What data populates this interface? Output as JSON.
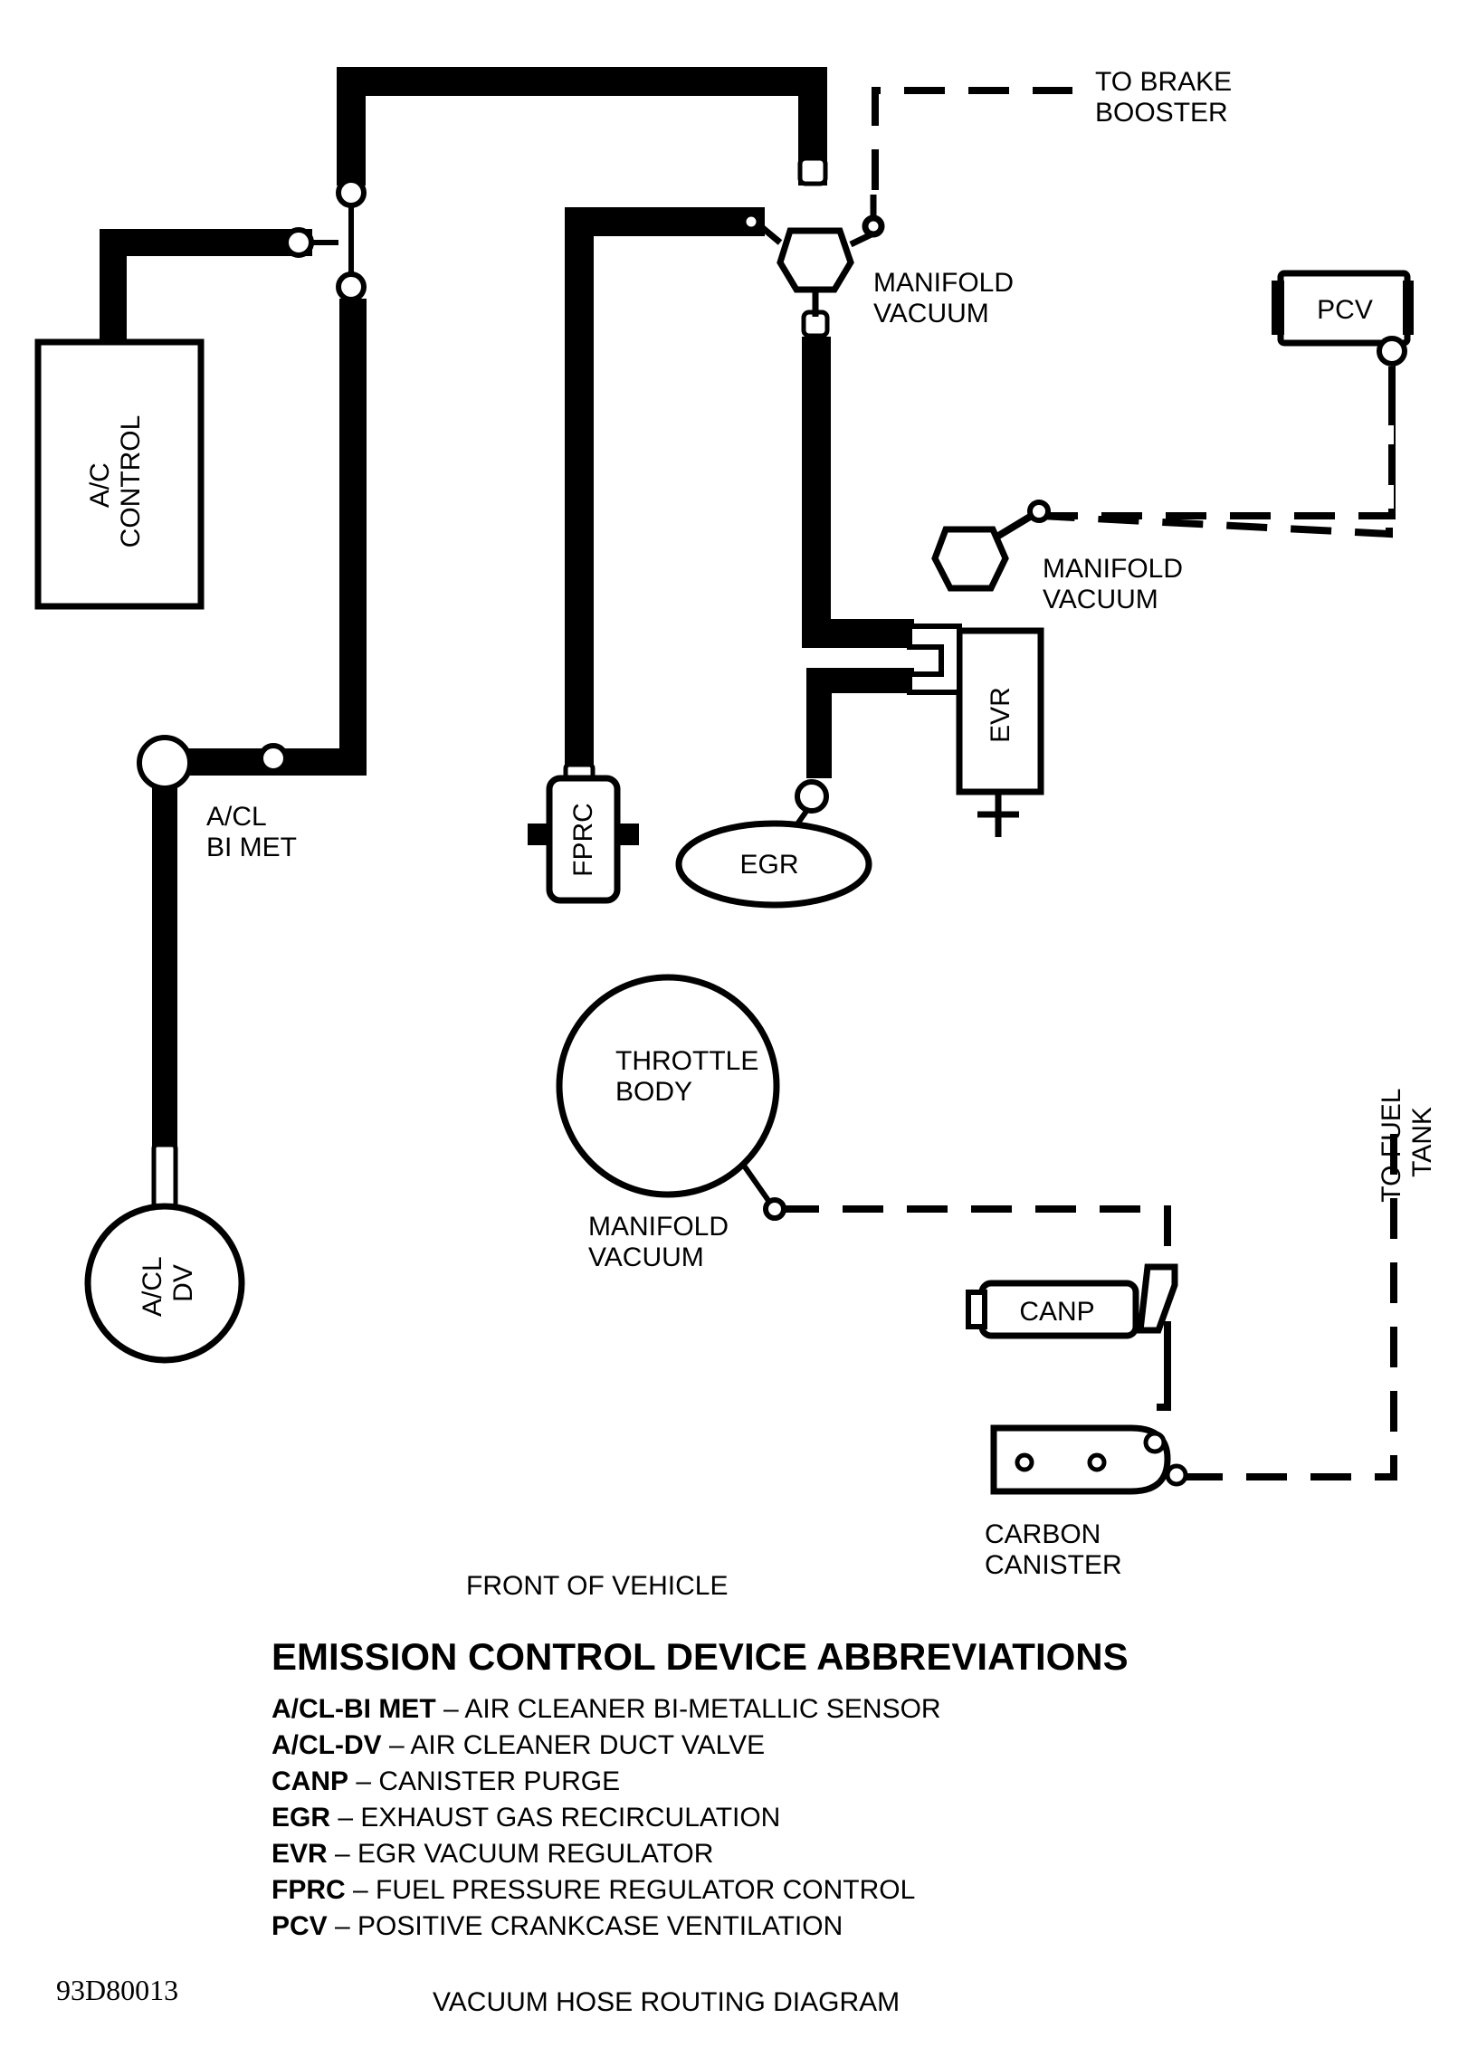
{
  "labels": {
    "to_brake_booster": [
      "TO BRAKE",
      "BOOSTER"
    ],
    "manifold_vacuum_top": [
      "MANIFOLD",
      "VACUUM"
    ],
    "pcv": "PCV",
    "manifold_vacuum_mid": [
      "MANIFOLD",
      "VACUUM"
    ],
    "ac_control": [
      "A/C",
      "CONTROL"
    ],
    "acl_bimet": [
      "A/CL",
      "BI MET"
    ],
    "fprc": "FPRC",
    "egr": "EGR",
    "evr": "EVR",
    "throttle_body": [
      "THROTTLE",
      "BODY"
    ],
    "manifold_vacuum_low": [
      "MANIFOLD",
      "VACUUM"
    ],
    "to_fuel_tank": [
      "TO FUEL",
      "TANK"
    ],
    "acl_dv": [
      "A/CL",
      "DV"
    ],
    "canp": "CANP",
    "carbon_canister": [
      "CARBON",
      "CANISTER"
    ],
    "front_of_vehicle": "FRONT OF VEHICLE"
  },
  "legend": {
    "title": "EMISSION CONTROL DEVICE ABBREVIATIONS",
    "items": [
      {
        "abbr": "A/CL-BI MET",
        "desc": "AIR CLEANER BI-METALLIC SENSOR"
      },
      {
        "abbr": "A/CL-DV",
        "desc": "AIR CLEANER DUCT VALVE"
      },
      {
        "abbr": "CANP",
        "desc": "CANISTER PURGE"
      },
      {
        "abbr": "EGR",
        "desc": "EXHAUST GAS RECIRCULATION"
      },
      {
        "abbr": "EVR",
        "desc": "EGR VACUUM REGULATOR"
      },
      {
        "abbr": "FPRC",
        "desc": "FUEL PRESSURE REGULATOR CONTROL"
      },
      {
        "abbr": "PCV",
        "desc": "POSITIVE CRANKCASE VENTILATION"
      }
    ]
  },
  "footer": {
    "code": "93D80013",
    "caption": "VACUUM HOSE ROUTING DIAGRAM"
  }
}
